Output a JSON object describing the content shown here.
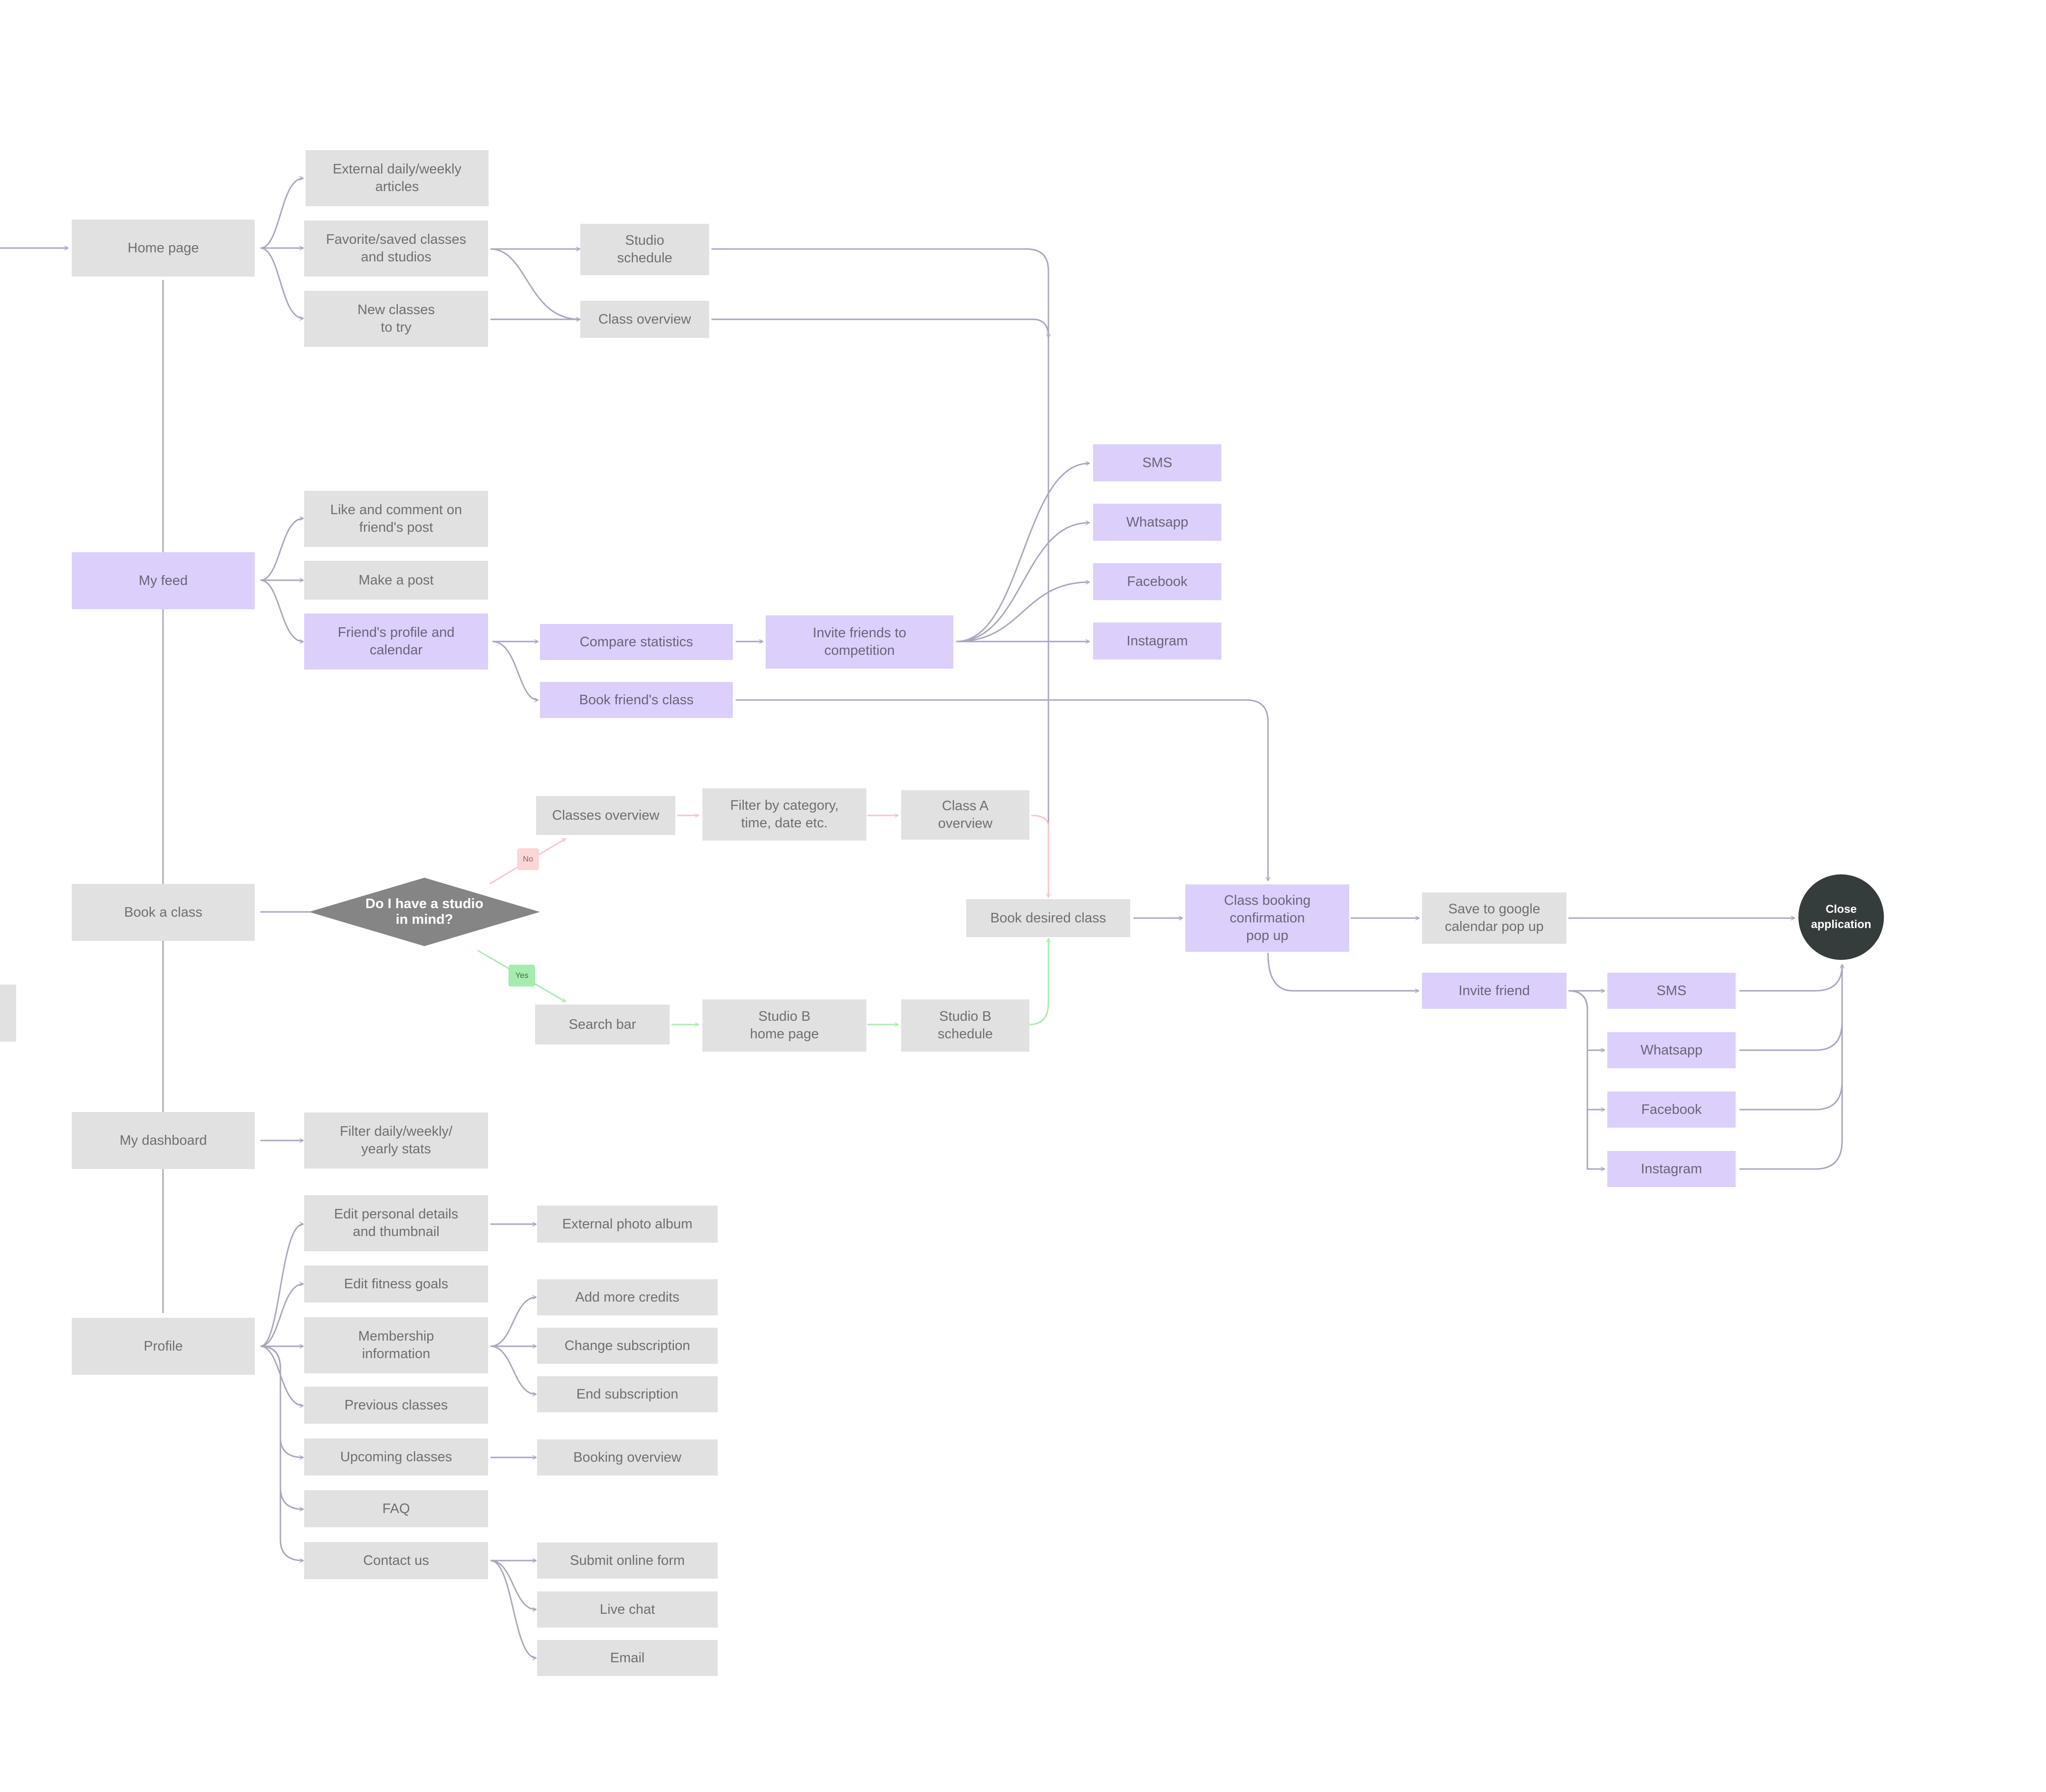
{
  "colors": {
    "gray_node": "#e1e1e1",
    "purple_node": "#dccffc",
    "line": "#a9a6bd",
    "no_branch": "#f6c6cc",
    "yes_branch": "#a7ecae",
    "diamond": "#858585",
    "close_circle": "#353d3c"
  },
  "nodes": {
    "home_page": "Home page",
    "my_feed": "My feed",
    "book_a_class": "Book a class",
    "my_dashboard": "My dashboard",
    "profile": "Profile",
    "external_articles": "External daily/weekly\narticles",
    "favorite_saved": "Favorite/saved classes\nand studios",
    "new_classes": "New classes\nto try",
    "studio_schedule": "Studio\nschedule",
    "class_overview": "Class overview",
    "like_comment": "Like and comment on\nfriend's post",
    "make_post": "Make a post",
    "friend_profile": "Friend's profile and\ncalendar",
    "compare_statistics": "Compare statistics",
    "invite_competition": "Invite friends to\ncompetition",
    "book_friend_class": "Book friend's class",
    "share_sms": "SMS",
    "share_whatsapp": "Whatsapp",
    "share_facebook": "Facebook",
    "share_instagram": "Instagram",
    "decision": "Do I have a studio\nin mind?",
    "no_label": "No",
    "yes_label": "Yes",
    "classes_overview": "Classes overview",
    "filter_category": "Filter by category,\ntime, date etc.",
    "class_a_overview": "Class A\noverview",
    "search_bar": "Search bar",
    "studio_b_home": "Studio B\nhome page",
    "studio_b_schedule": "Studio B\nschedule",
    "book_desired_class": "Book desired class",
    "booking_confirmation": "Class booking\nconfirmation\npop up",
    "save_google": "Save to google\ncalendar pop up",
    "invite_friend": "Invite friend",
    "invite_sms": "SMS",
    "invite_whatsapp": "Whatsapp",
    "invite_facebook": "Facebook",
    "invite_instagram": "Instagram",
    "close_application": "Close\napplication",
    "filter_stats": "Filter daily/weekly/\nyearly stats",
    "edit_personal": "Edit personal details\nand thumbnail",
    "external_photo_album": "External photo album",
    "edit_fitness_goals": "Edit fitness goals",
    "membership_info": "Membership\ninformation",
    "add_credits": "Add more credits",
    "change_subscription": "Change subscription",
    "end_subscription": "End subscription",
    "previous_classes": "Previous classes",
    "upcoming_classes": "Upcoming classes",
    "booking_overview": "Booking overview",
    "faq": "FAQ",
    "contact_us": "Contact us",
    "submit_form": "Submit online form",
    "live_chat": "Live chat",
    "email": "Email"
  }
}
